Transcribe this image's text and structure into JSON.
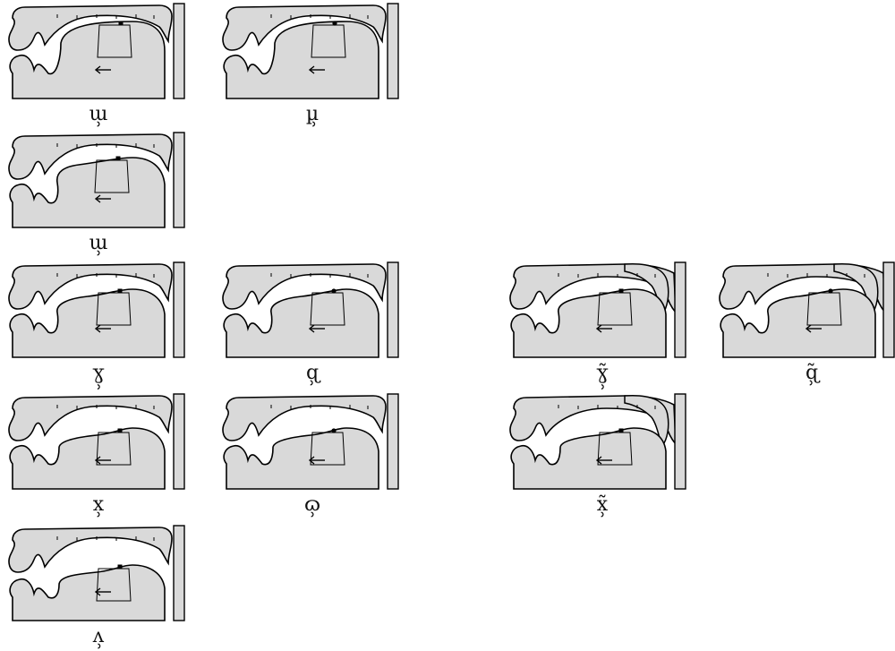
{
  "colors": {
    "fill": "#d9d9d9",
    "stroke": "#000000",
    "background": "#ffffff"
  },
  "diagrams": [
    {
      "id": "m-dental",
      "symbol": "ɯ̹",
      "tongue": "low-shifted",
      "articulator": "square",
      "long_lip": false
    },
    {
      "id": "mu-palatal",
      "symbol": "µ̹",
      "tongue": "low-shifted",
      "articulator": "circle",
      "long_lip": false
    },
    {
      "id": "m-raised",
      "symbol": "ɯ̹",
      "tongue": "raised",
      "articulator": "square",
      "long_lip": false
    },
    {
      "id": "velar-fric",
      "symbol": "ɣ̹",
      "tongue": "high",
      "articulator": "square",
      "long_lip": false
    },
    {
      "id": "q-palatal",
      "symbol": "ɋ̹",
      "tongue": "high",
      "articulator": "circle",
      "long_lip": false
    },
    {
      "id": "velar-fric-lip",
      "symbol": "ɣ̹̃",
      "tongue": "high",
      "articulator": "square",
      "long_lip": true
    },
    {
      "id": "q-palatal-lip",
      "symbol": "ɋ̹̃",
      "tongue": "high",
      "articulator": "circle",
      "long_lip": true
    },
    {
      "id": "x-mid",
      "symbol": "x̹",
      "tongue": "mid",
      "articulator": "square",
      "long_lip": false
    },
    {
      "id": "omega-mid",
      "symbol": "ɷ̹",
      "tongue": "mid",
      "articulator": "circle",
      "long_lip": false
    },
    {
      "id": "x-mid-lip",
      "symbol": "x̹̃",
      "tongue": "mid",
      "articulator": "square",
      "long_lip": true
    },
    {
      "id": "lambda-low",
      "symbol": "ʌ̹",
      "tongue": "low",
      "articulator": "square",
      "long_lip": false
    }
  ]
}
